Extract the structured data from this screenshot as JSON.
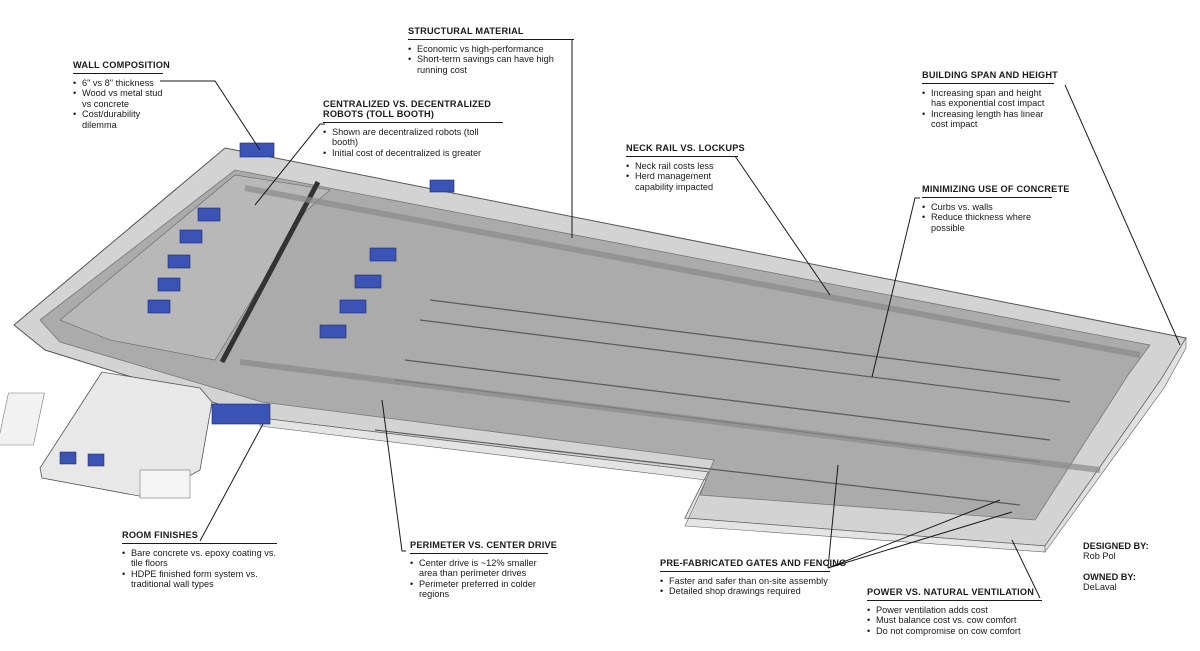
{
  "callouts": {
    "wall_composition": {
      "title": "WALL COMPOSITION",
      "items": [
        "6\" vs 8\" thickness",
        "Wood vs metal stud vs concrete",
        "Cost/durability dilemma"
      ]
    },
    "structural_material": {
      "title": "STRUCTURAL MATERIAL",
      "items": [
        "Economic vs high-performance",
        "Short-term savings can have high running cost"
      ]
    },
    "centralized_robots": {
      "title": "CENTRALIZED VS. DECENTRALIZED ROBOTS (TOLL BOOTH)",
      "items": [
        "Shown are decentralized robots (toll booth)",
        "Initial cost of decentralized is greater"
      ]
    },
    "building_span": {
      "title": "BUILDING SPAN AND HEIGHT",
      "items": [
        "Increasing span and height has exponential cost impact",
        "Increasing length has linear cost impact"
      ]
    },
    "neck_rail": {
      "title": "NECK RAIL VS. LOCKUPS",
      "items": [
        "Neck rail costs less",
        "Herd management capability impacted"
      ]
    },
    "minimizing_concrete": {
      "title": "MINIMIZING USE OF CONCRETE",
      "items": [
        "Curbs vs. walls",
        "Reduce thickness where possible"
      ]
    },
    "room_finishes": {
      "title": "ROOM FINISHES",
      "items": [
        "Bare concrete vs. epoxy coating vs. tile floors",
        "HDPE finished form system vs. traditional wall types"
      ]
    },
    "perimeter_drive": {
      "title": "PERIMETER VS. CENTER DRIVE",
      "items": [
        "Center drive is ~12% smaller area than perimeter drives",
        "Perimeter preferred in colder regions"
      ]
    },
    "prefab_gates": {
      "title": "PRE-FABRICATED GATES AND FENCING",
      "items": [
        "Faster and safer than on-site assembly",
        "Detailed shop drawings required"
      ]
    },
    "ventilation": {
      "title": "POWER VS. NATURAL VENTILATION",
      "items": [
        "Power ventilation adds cost",
        "Must balance cost vs. cow comfort",
        "Do not compromise on cow comfort"
      ]
    }
  },
  "credits": {
    "designed_label": "DESIGNED BY:",
    "designed_value": "Rob Pol",
    "owned_label": "OWNED BY:",
    "owned_value": "DeLaval"
  },
  "colors": {
    "roof": "#c9c9c9",
    "floor": "#a9a9a9",
    "wall": "#dcdcdc",
    "robot": "#3b53b5",
    "post": "#c98a4e",
    "leader": "#1a1a1a"
  }
}
